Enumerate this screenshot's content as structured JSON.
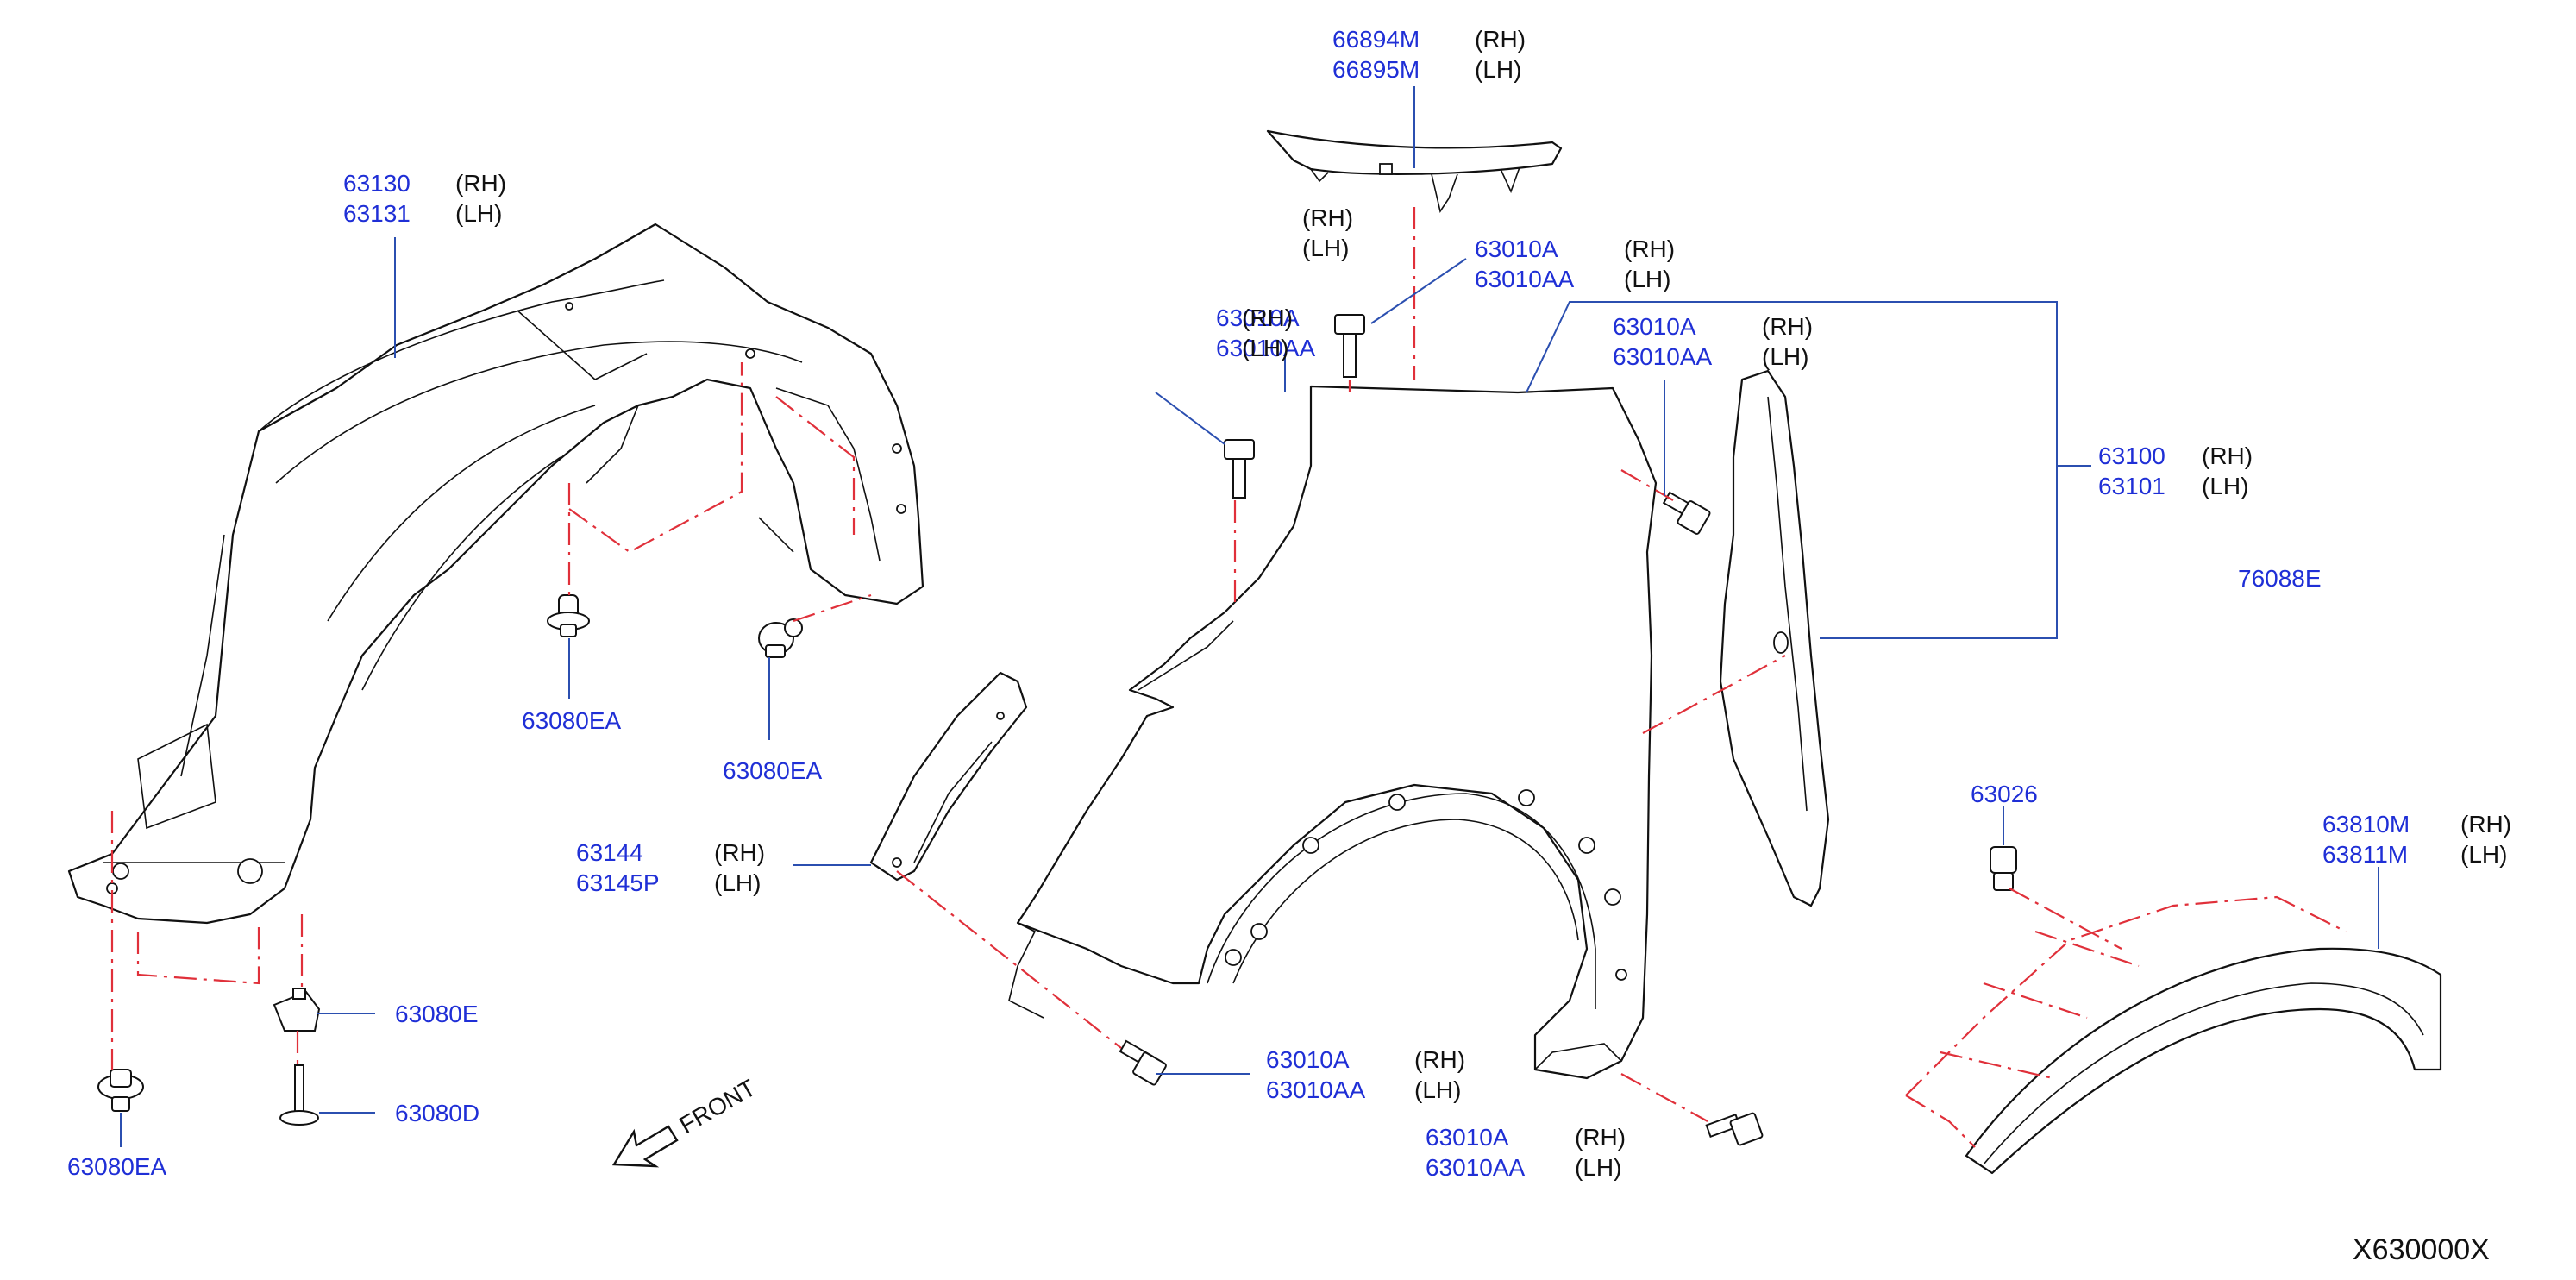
{
  "colors": {
    "part_number": "#1f2fd6",
    "side_label": "#111111",
    "leader_line": "#2b4fb0",
    "centerline": "#e0303a",
    "outline": "#111111",
    "background": "#ffffff"
  },
  "callouts": {
    "c66894": {
      "rh": "66894M",
      "lh": "66895M",
      "rh_side": "(RH)",
      "lh_side": "(LH)"
    },
    "c63130": {
      "rh": "63130",
      "lh": "63131",
      "rh_side": "(RH)",
      "lh_side": "(LH)"
    },
    "c63010_top": {
      "rh": "63010A",
      "lh": "63010AA",
      "rh_side": "(RH)",
      "lh_side": "(LH)"
    },
    "c63010_overlap": {
      "rh": "63010A",
      "lh": "63010AA",
      "rh_side": "(RH)",
      "lh_side": "(LH)"
    },
    "c63010_right": {
      "rh": "63010A",
      "lh": "63010AA",
      "rh_side": "(RH)",
      "lh_side": "(LH)"
    },
    "c63100": {
      "rh": "63100",
      "lh": "63101",
      "rh_side": "(RH)",
      "lh_side": "(LH)"
    },
    "c63144": {
      "rh": "63144",
      "lh": "63145P",
      "rh_side": "(RH)",
      "lh_side": "(LH)"
    },
    "c63010_bottom": {
      "rh": "63010A",
      "lh": "63010AA",
      "rh_side": "(RH)",
      "lh_side": "(LH)"
    },
    "c63010_lower": {
      "rh": "63010A",
      "lh": "63010AA",
      "rh_side": "(RH)",
      "lh_side": "(LH)"
    },
    "c63810": {
      "rh": "63810M",
      "lh": "63811M",
      "rh_side": "(RH)",
      "lh_side": "(LH)"
    }
  },
  "single_labels": {
    "p63080EA_mid": "63080EA",
    "p63080EA_right": "63080EA",
    "p63080EA_bottom": "63080EA",
    "p63080E": "63080E",
    "p63080D": "63080D",
    "p63026": "63026",
    "p76088E": "76088E"
  },
  "front_label": "FRONT",
  "front_arrow_icon": "front-arrow-icon",
  "diagram_code": "X630000X"
}
